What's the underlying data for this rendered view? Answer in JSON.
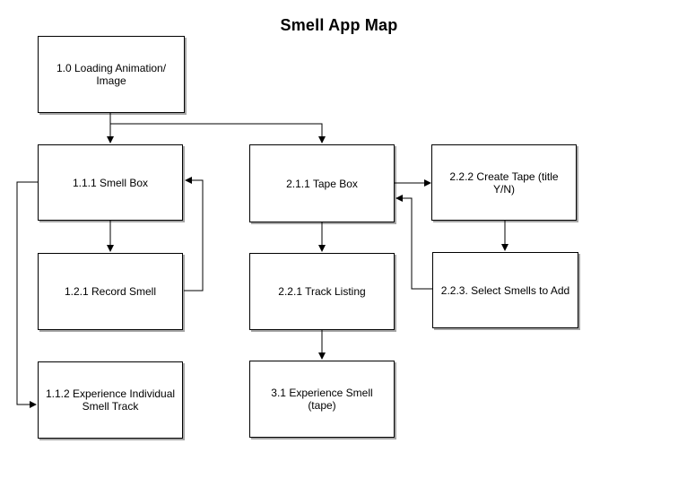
{
  "diagram": {
    "title": "Smell App Map",
    "nodes": {
      "n1_0": "1.0 Loading Animation/\nImage",
      "n1_1_1": "1.1.1 Smell Box",
      "n1_2_1": "1.2.1 Record Smell",
      "n1_1_2": "1.1.2 Experience Individual\nSmell Track",
      "n2_1_1": "2.1.1 Tape Box",
      "n2_2_1": "2.2.1 Track Listing",
      "n3_1": "3.1 Experience Smell (tape)",
      "n2_2_2": "2.2.2 Create Tape (title Y/N)",
      "n2_2_3": "2.2.3. Select Smells to Add"
    },
    "colors": {
      "line": "#000000",
      "box_fill": "#ffffff"
    }
  }
}
